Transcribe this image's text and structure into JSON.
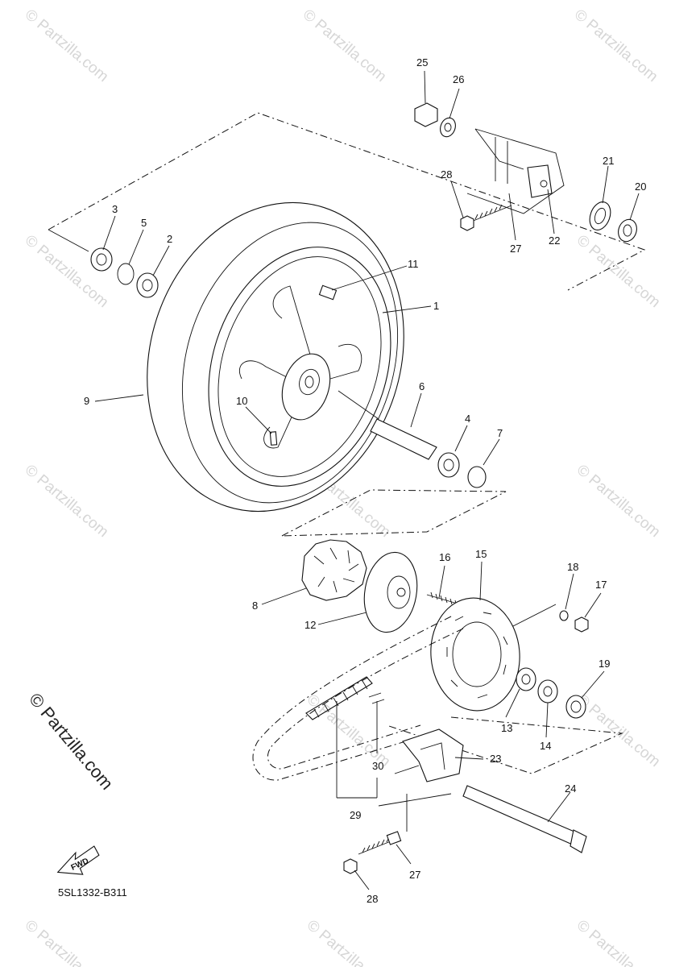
{
  "watermark": "© Partzilla.com",
  "side_watermark": "© Partzilla.com",
  "diagram_code": "5SL1332-B311",
  "fwd_label": "FWD",
  "callouts": [
    "25",
    "26",
    "28",
    "27",
    "21",
    "20",
    "22",
    "3",
    "5",
    "2",
    "11",
    "1",
    "9",
    "10",
    "6",
    "4",
    "7",
    "8",
    "16",
    "15",
    "18",
    "17",
    "12",
    "13",
    "14",
    "19",
    "30",
    "23",
    "29",
    "24",
    "27",
    "28"
  ]
}
